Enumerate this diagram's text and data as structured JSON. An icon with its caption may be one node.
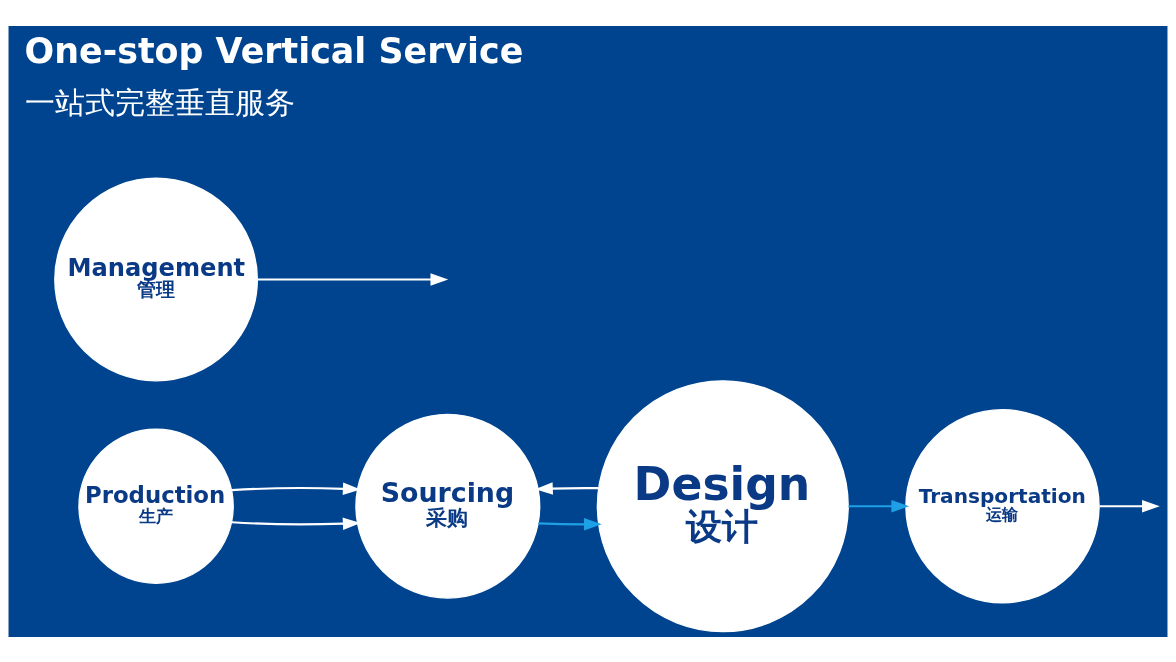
{
  "diagram": {
    "title": "One-stop Vertical Service",
    "nodes": [
      {
        "text": [
          "Production",
          "生产"
        ]
      },
      {
        "text": [
          "Sourcing",
          "采购"
        ]
      },
      {
        "text": [
          "Design",
          "设计"
        ]
      },
      {
        "text": [
          "Management",
          "管理"
        ]
      },
      {
        "text": [
          "Transportation",
          "运输"
        ]
      }
    ],
    "edges": [
      {
        "from": 0,
        "to": 1,
        "arrow": "to"
      },
      {
        "from": 0,
        "to": 1,
        "arrow": "to"
      },
      {
        "from": 1,
        "to": 2,
        "arrow": "to",
        "color": "#1ea0e6"
      },
      {
        "from": 2,
        "to": 1,
        "arrow": "to"
      },
      {
        "from": 2,
        "to": 4,
        "arrow": "to",
        "color": "#1ea0e6"
      },
      {
        "from": 3,
        "to": null,
        "arrow": "to"
      },
      {
        "from": 4,
        "to": null,
        "arrow": "to"
      }
    ],
    "labels": [
      "一站式完整垂直服务"
    ]
  }
}
